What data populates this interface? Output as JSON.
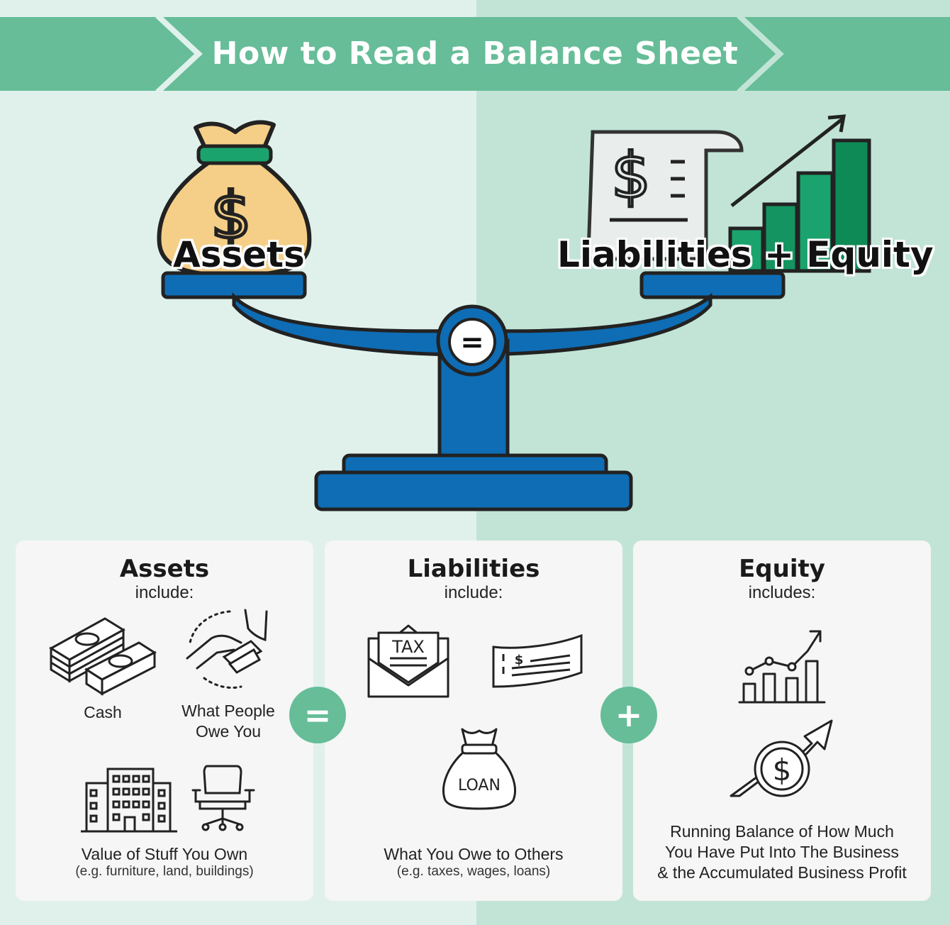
{
  "title": "How to Read a Balance Sheet",
  "scale": {
    "left_label": "Assets",
    "right_label": "Liabilities + Equity",
    "center_symbol": "="
  },
  "cards": {
    "assets": {
      "title": "Assets",
      "subtitle": "include:",
      "items": {
        "cash": "Cash",
        "receivables_line1": "What People",
        "receivables_line2": "Owe You",
        "stuff_title": "Value of Stuff You Own",
        "stuff_note": "(e.g. furniture, land, buildings)"
      }
    },
    "liabilities": {
      "title": "Liabilities",
      "subtitle": "include:",
      "icon_texts": {
        "tax": "TAX",
        "check": "$",
        "loan": "LOAN"
      },
      "caption": "What You Owe to Others",
      "note": "(e.g. taxes, wages, loans)"
    },
    "equity": {
      "title": "Equity",
      "subtitle": "includes:",
      "icon_texts": {
        "coin": "$"
      },
      "caption_line1": "Running Balance of How Much",
      "caption_line2": "You Have Put Into The Business",
      "caption_line3": "& the Accumulated Business Profit"
    }
  },
  "operators": {
    "equals": "=",
    "plus": "+"
  },
  "colors": {
    "banner": "#66bd98",
    "bg_left": "#e0f1ec",
    "bg_right": "#c2e4d7",
    "scale_blue": "#0e6db5",
    "bag_gold": "#f5cf87",
    "chart_green": "#1aa36c"
  }
}
